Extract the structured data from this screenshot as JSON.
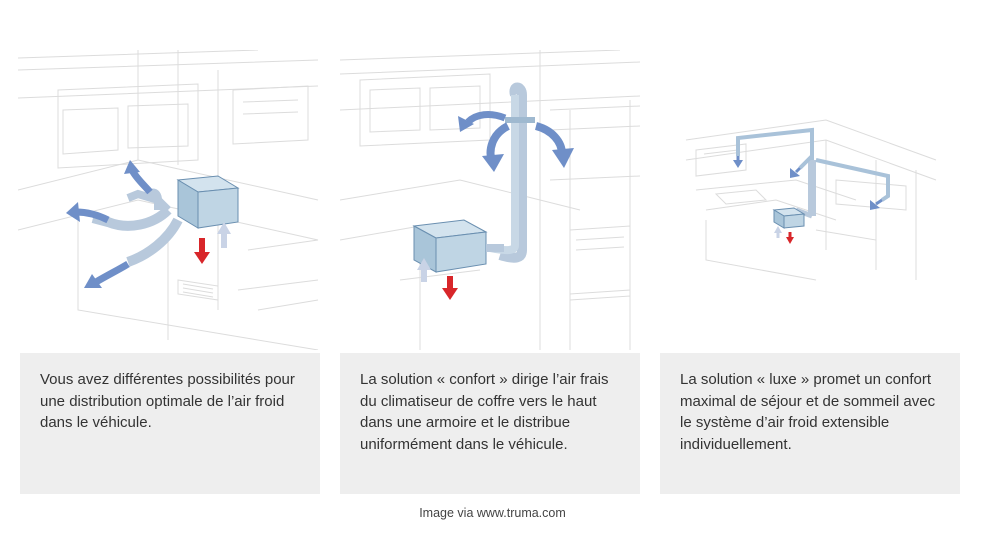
{
  "panels": [
    {
      "id": "standard",
      "caption": "Vous avez différentes possibilités pour une distribution optimale de l’air froid dans le véhicule."
    },
    {
      "id": "confort",
      "caption": "La solution « confort » dirige l’air frais du climatiseur de coffre vers le haut dans une armoire et le distribue uniformément dans le véhicule."
    },
    {
      "id": "luxe",
      "caption": "La solution « luxe » promet un confort maximal de séjour et de sommeil avec le système d’air froid extensible individuellement."
    }
  ],
  "credit": "Image via www.truma.com",
  "colors": {
    "cold_air": "#6f8fc8",
    "warm_air": "#d8262a",
    "return_air": "#c9d3e6",
    "unit": "#b6cfe0",
    "line_art": "#d9d9d9",
    "caption_bg": "#eeeeee"
  }
}
